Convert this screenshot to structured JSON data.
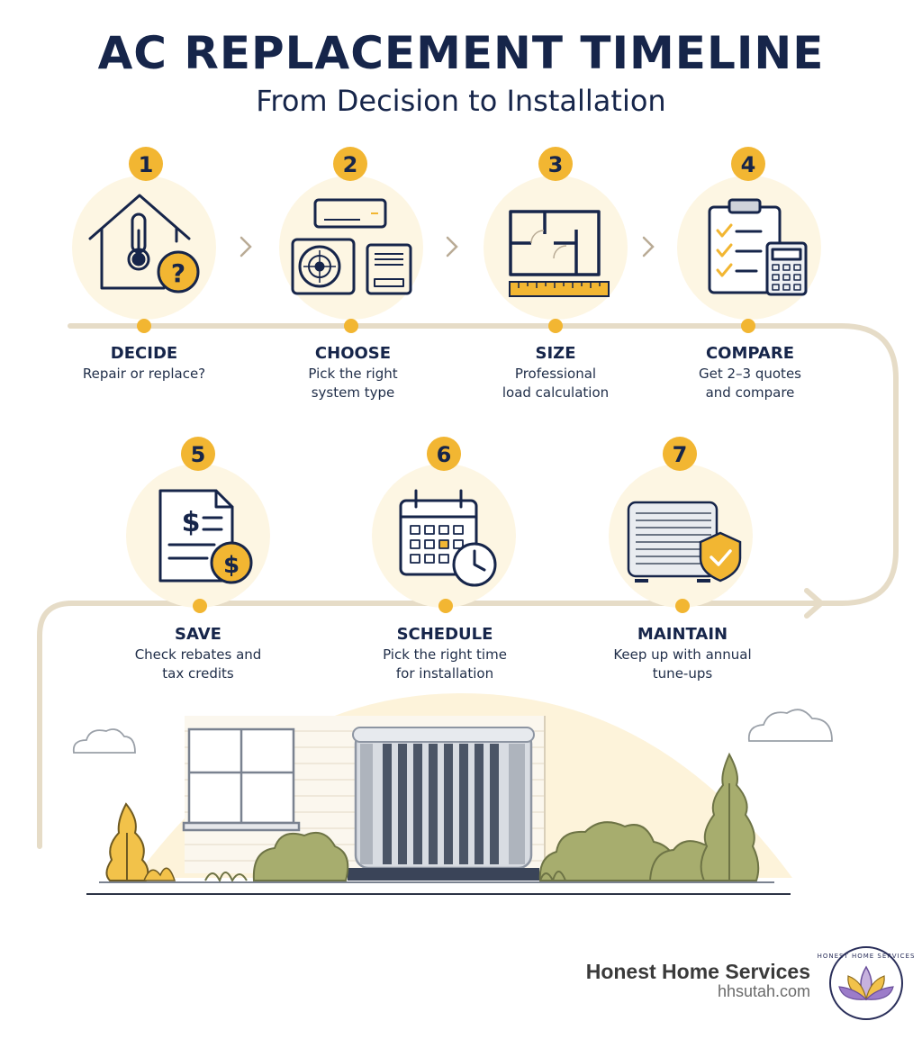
{
  "header": {
    "title": "AC REPLACEMENT TIMELINE",
    "subtitle": "From Decision to Installation"
  },
  "colors": {
    "accent_yellow": "#f2b632",
    "navy": "#16254a",
    "soft_circle": "#fdf6e3",
    "timeline_line": "#e6dcc7",
    "shrub_green": "#a7ad6e"
  },
  "steps": [
    {
      "number": "1",
      "label": "DECIDE",
      "desc1": "Repair or replace?",
      "desc2": "",
      "icon": "house-thermometer-question-icon"
    },
    {
      "number": "2",
      "label": "CHOOSE",
      "desc1": "Pick the right",
      "desc2": "system type",
      "icon": "ac-units-icon"
    },
    {
      "number": "3",
      "label": "SIZE",
      "desc1": "Professional",
      "desc2": "load calculation",
      "icon": "floorplan-ruler-icon"
    },
    {
      "number": "4",
      "label": "COMPARE",
      "desc1": "Get 2–3 quotes",
      "desc2": "and compare",
      "icon": "clipboard-calculator-icon"
    },
    {
      "number": "5",
      "label": "SAVE",
      "desc1": "Check rebates and",
      "desc2": "tax credits",
      "icon": "document-dollar-icon"
    },
    {
      "number": "6",
      "label": "SCHEDULE",
      "desc1": "Pick the right time",
      "desc2": "for installation",
      "icon": "calendar-clock-icon"
    },
    {
      "number": "7",
      "label": "MAINTAIN",
      "desc1": "Keep up with annual",
      "desc2": "tune-ups",
      "icon": "ac-shield-check-icon"
    }
  ],
  "footer": {
    "brand": "Honest Home Services",
    "url": "hhsutah.com",
    "logo_text": "HONEST HOME SERVICES"
  }
}
